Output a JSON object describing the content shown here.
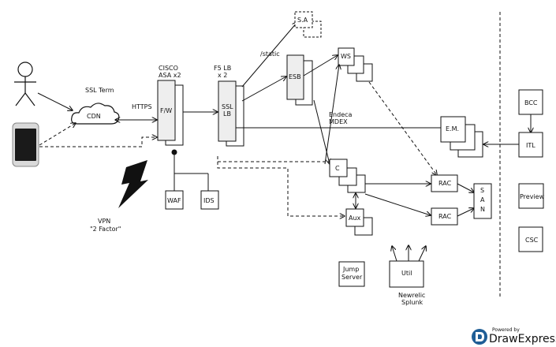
{
  "labels": {
    "ssl_term": "SSL Term",
    "cdn": "CDN",
    "https": "HTTPS",
    "cisco": "CISCO",
    "asa": "ASA x2",
    "fw": "F/W",
    "f5lb": "F5 LB",
    "x2": "x 2",
    "ssl": "SSL",
    "lb": "LB",
    "static": "/static",
    "sa": "S.A",
    "esb": "ESB",
    "ws": "WS",
    "endeca": "Endeca",
    "mdex": "MDEX",
    "em": "E.M.",
    "c": "C",
    "aux": "Aux",
    "rac1": "RAC",
    "rac2": "RAC",
    "san_s": "S",
    "san_a": "A",
    "san_n": "N",
    "waf": "WAF",
    "ids": "IDS",
    "vpn": "VPN",
    "two_factor": "\"2 Factor\"",
    "jump": "Jump",
    "server": "Server",
    "util": "Util",
    "newrelic": "Newrelic",
    "splunk": "Splunk",
    "bcc": "BCC",
    "itl": "ITL",
    "preview": "Preview",
    "csc": "CSC",
    "powered_by": "Powered by",
    "brand": "DrawExpress"
  },
  "colors": {
    "stroke": "#111111",
    "box_fill": "#ffffff",
    "shaded_fill": "#eeeeee",
    "lightning": "#111111",
    "brand_blue": "#1f5e96"
  }
}
